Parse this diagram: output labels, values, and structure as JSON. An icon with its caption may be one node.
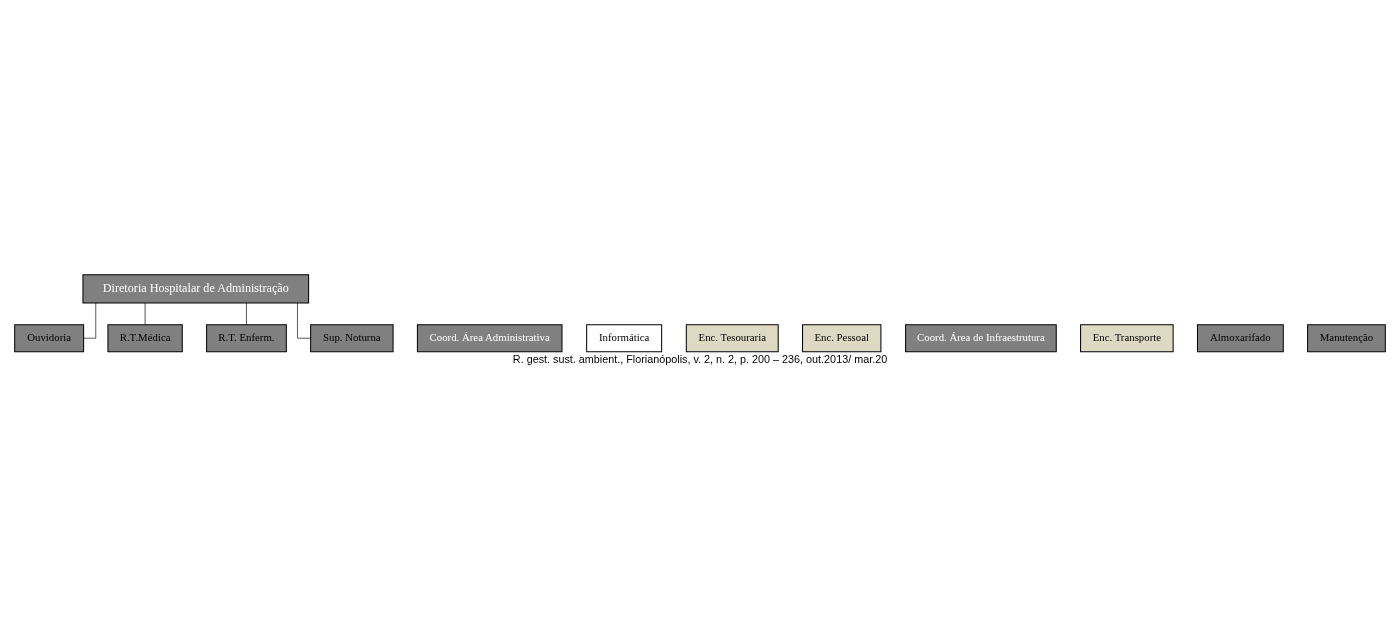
{
  "diagram": {
    "caption": "R. gest. sust. ambient., Florianópolis, v. 2, n. 2, p. 200 – 236, out.2013/ mar.20",
    "nodes": [
      {
        "text": [
          "Diretoria Hospitalar de Administração"
        ]
      },
      {
        "text": [
          "Ouvidoria"
        ]
      },
      {
        "text": [
          "R.T.Médica"
        ]
      },
      {
        "text": [
          "R.T. Enferm."
        ]
      },
      {
        "text": [
          "Sup. Noturna"
        ]
      },
      {
        "text": [
          "Coord. Área Administrativa"
        ]
      },
      {
        "text": [
          "Informática"
        ]
      },
      {
        "text": [
          "Enc. Tesouraria"
        ]
      },
      {
        "text": [
          "Enc. Pessoal"
        ]
      },
      {
        "text": [
          "Coord. Área de Infraestrutura"
        ]
      },
      {
        "text": [
          "Enc. Transporte"
        ]
      },
      {
        "text": [
          "Almoxarifado"
        ]
      },
      {
        "text": [
          "Manutenção"
        ]
      }
    ],
    "edges": [
      {
        "from": 0,
        "to": 1,
        "arrow": "none"
      },
      {
        "from": 0,
        "to": 2,
        "arrow": "none"
      },
      {
        "from": 0,
        "to": 3,
        "arrow": "none"
      },
      {
        "from": 0,
        "to": 4,
        "arrow": "none"
      }
    ]
  }
}
